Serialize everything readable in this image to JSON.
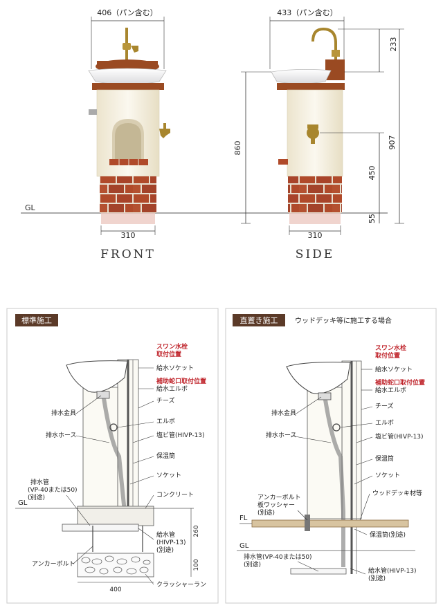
{
  "elevation": {
    "front": {
      "title": "FRONT",
      "width_top": "406（パン含む）",
      "width_base": "310"
    },
    "side": {
      "title": "SIDE",
      "width_top": "433（パン含む）",
      "width_base": "310",
      "height_860": "860",
      "height_907": "907",
      "height_233": "233",
      "height_450": "450",
      "height_55": "55"
    },
    "gl": "GL"
  },
  "standard": {
    "header": "標準施工",
    "swan_label": [
      "スワン水栓",
      "取付位置"
    ],
    "aux_label": "補助蛇口取付位置",
    "labels": {
      "supply_socket": "給水ソケット",
      "supply_elbow": "給水エルボ",
      "tees": "チーズ",
      "elbow": "エルボ",
      "pvc": "塩ビ管(HIVP-13)",
      "insulation": "保温筒",
      "socket": "ソケット",
      "concrete": "コンクリート",
      "drain_fitting": "排水金具",
      "drain_hose": "排水ホース",
      "drain_pipe": [
        "排水管",
        "(VP-40または50)",
        "(別途)"
      ],
      "supply_pipe": [
        "給水管",
        "(HIVP-13)",
        "(別途)"
      ],
      "anchor": "アンカーボルト",
      "crusher": "クラッシャーラン",
      "gl": "GL"
    },
    "dims": {
      "d260": "260",
      "d100": "100",
      "d400": "400"
    }
  },
  "direct": {
    "header": "直置き施工",
    "subtitle": "ウッドデッキ等に施工する場合",
    "swan_label": [
      "スワン水栓",
      "取付位置"
    ],
    "aux_label": "補助蛇口取付位置",
    "labels": {
      "supply_socket": "給水ソケット",
      "supply_elbow": "給水エルボ",
      "tees": "チーズ",
      "elbow": "エルボ",
      "pvc": "塩ビ管(HIVP-13)",
      "insulation": "保温筒",
      "socket": "ソケット",
      "drain_fitting": "排水金具",
      "drain_hose": "排水ホース",
      "anchor": [
        "アンカーボルト",
        "板ワッシャー",
        "(別途)"
      ],
      "wood_deck": "ウッドデッキ材等",
      "insul_sep": "保温筒(別途)",
      "drain_pipe": [
        "排水管(VP-40または50)",
        "(別途)"
      ],
      "supply_pipe": [
        "給水管(HIVP-13)",
        "(別途)"
      ],
      "fl": "FL",
      "gl": "GL"
    }
  },
  "colors": {
    "brick": "#b04a2a",
    "cream": "#f6f1e2",
    "wood": "#9a4a22",
    "brass": "#a8862e",
    "header_bg": "#5b3a28",
    "red_text": "#c0262d"
  }
}
